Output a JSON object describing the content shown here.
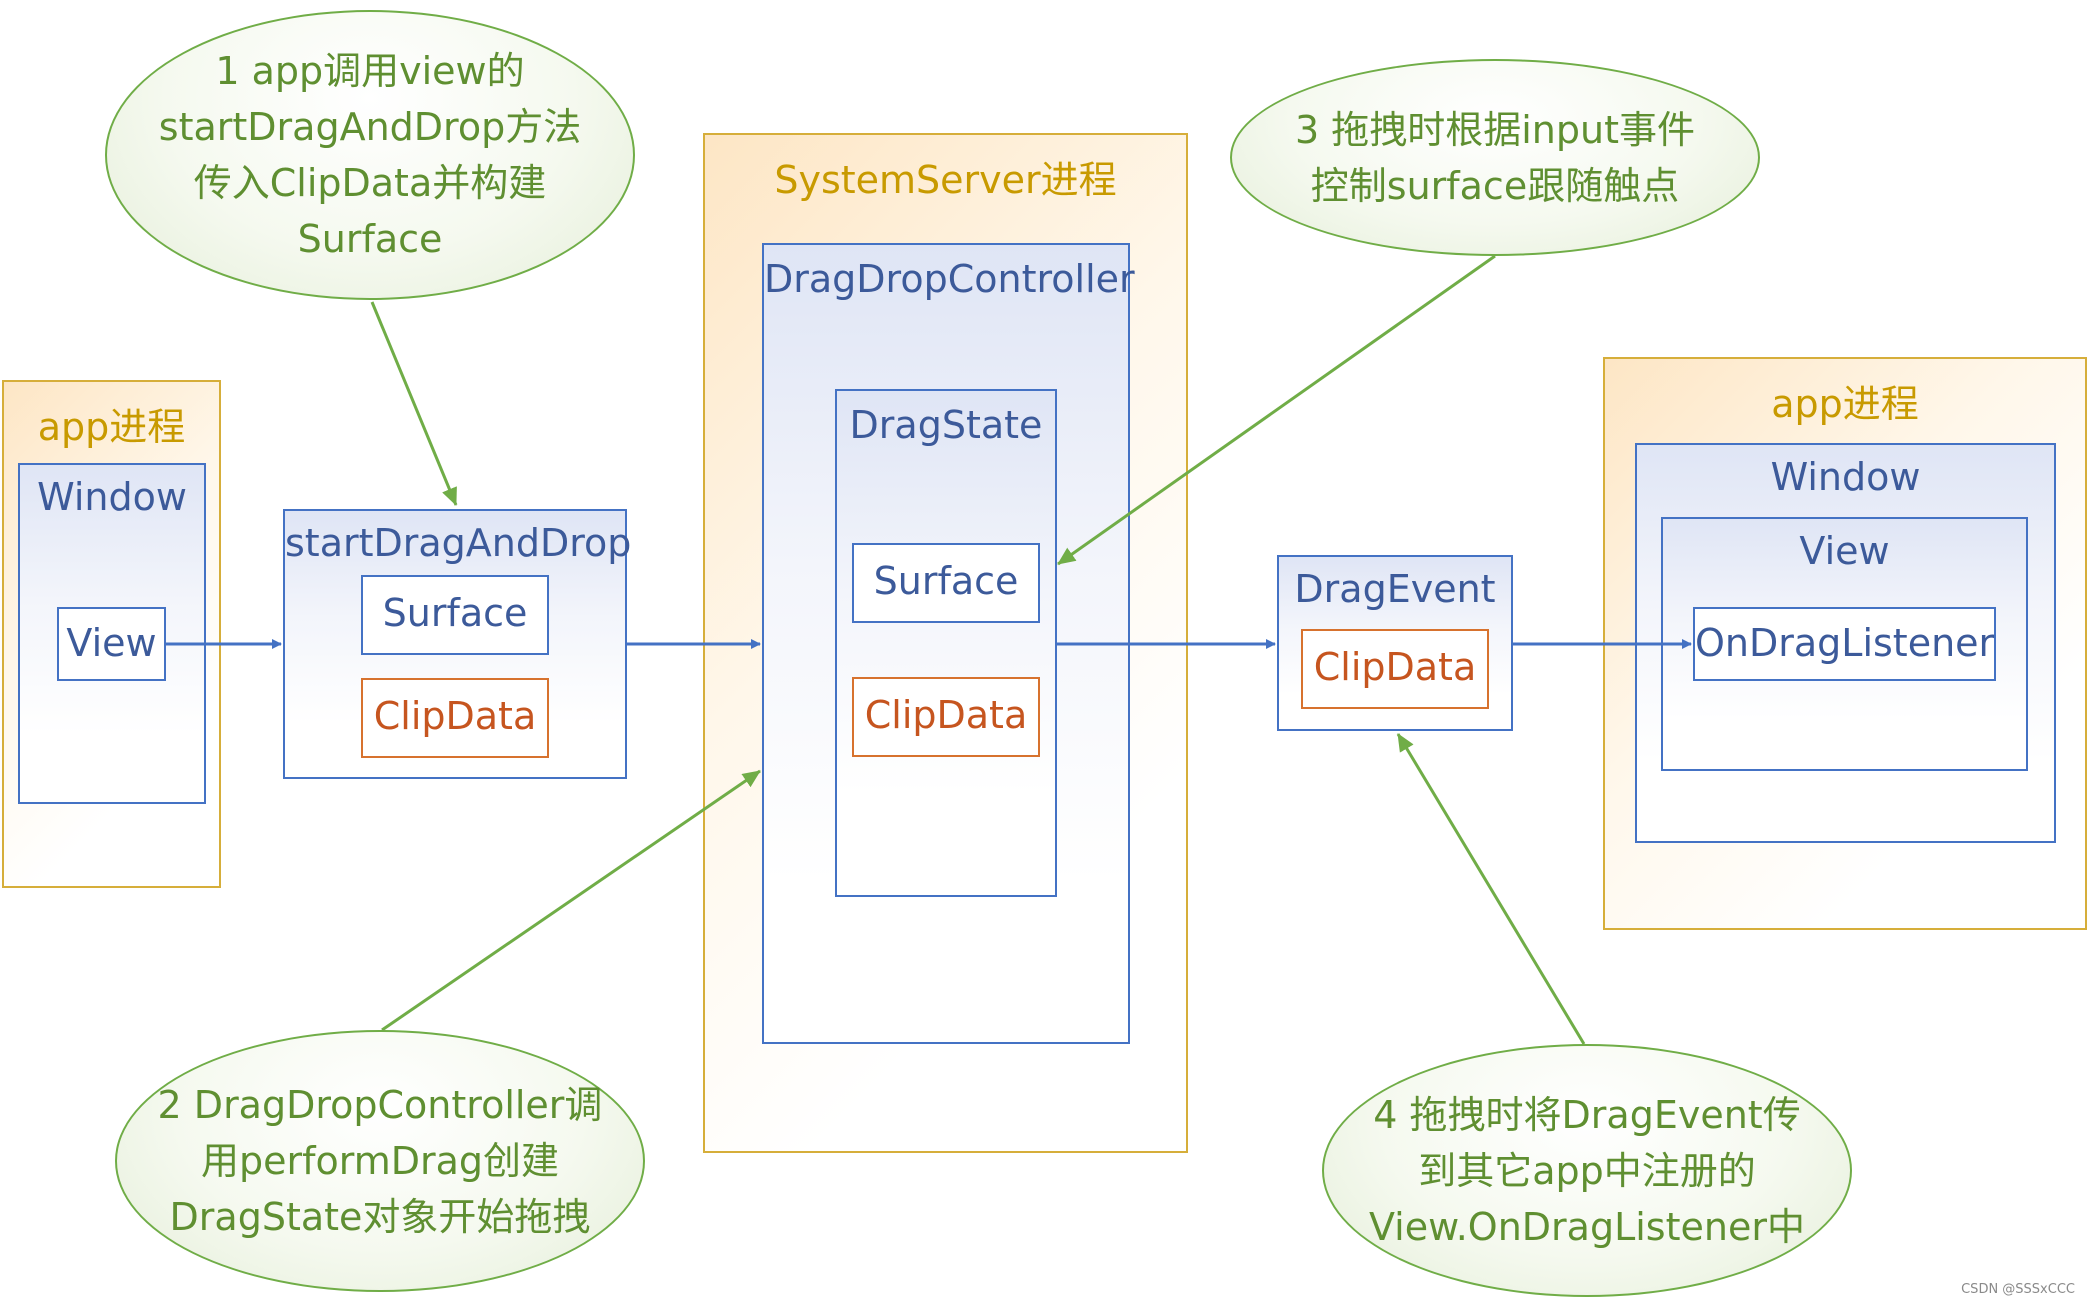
{
  "left_app": {
    "process_label": "app进程",
    "window_label": "Window",
    "view_label": "View"
  },
  "start_drag": {
    "title": "startDragAndDrop",
    "surface_label": "Surface",
    "clipdata_label": "ClipData"
  },
  "system_server": {
    "process_label": "SystemServer进程",
    "controller_label": "DragDropController",
    "drag_state_label": "DragState",
    "surface_label": "Surface",
    "clipdata_label": "ClipData"
  },
  "drag_event": {
    "title": "DragEvent",
    "clipdata_label": "ClipData"
  },
  "right_app": {
    "process_label": "app进程",
    "window_label": "Window",
    "view_label": "View",
    "listener_label": "OnDragListener"
  },
  "notes": {
    "note1": [
      "1 app调用view的",
      "startDragAndDrop方法",
      "传入ClipData并构建",
      "Surface"
    ],
    "note2": [
      "2 DragDropController调",
      "用performDrag创建",
      "DragState对象开始拖拽"
    ],
    "note3": [
      "3 拖拽时根据input事件",
      "控制surface跟随触点"
    ],
    "note4": [
      "4 拖拽时将DragEvent传",
      "到其它app中注册的",
      "View.OnDragListener中"
    ]
  },
  "watermark": "CSDN @SSSxCCC",
  "colors": {
    "blue": "#4472c4",
    "green": "#70ad47",
    "gold": "#d6ae3a",
    "orange": "#d7722e"
  }
}
